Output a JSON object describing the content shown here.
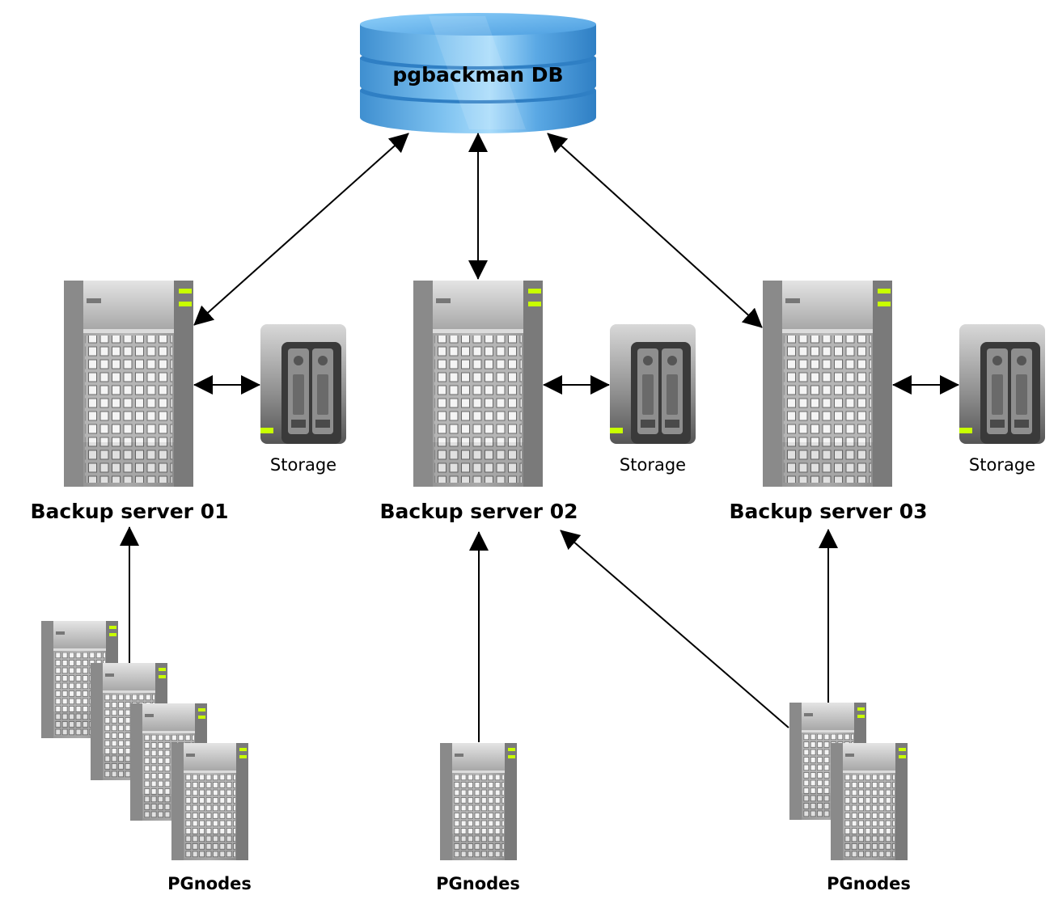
{
  "database": {
    "label": "pgbackman DB",
    "icon": "database-icon"
  },
  "backup_servers": [
    {
      "label": "Backup server 01",
      "storage_label": "Storage"
    },
    {
      "label": "Backup server 02",
      "storage_label": "Storage"
    },
    {
      "label": "Backup server 03",
      "storage_label": "Storage"
    }
  ],
  "pgnode_groups": [
    {
      "label": "PGnodes",
      "node_count": 4,
      "targets": [
        "Backup server 01"
      ]
    },
    {
      "label": "PGnodes",
      "node_count": 1,
      "targets": [
        "Backup server 02"
      ]
    },
    {
      "label": "PGnodes",
      "node_count": 2,
      "targets": [
        "Backup server 02",
        "Backup server 03"
      ]
    }
  ],
  "colors": {
    "db_blue": "#4a9ad8",
    "server_gray": "#8c8c8c",
    "led_green": "#c8ff00",
    "storage_dark": "#3a3a3a"
  }
}
